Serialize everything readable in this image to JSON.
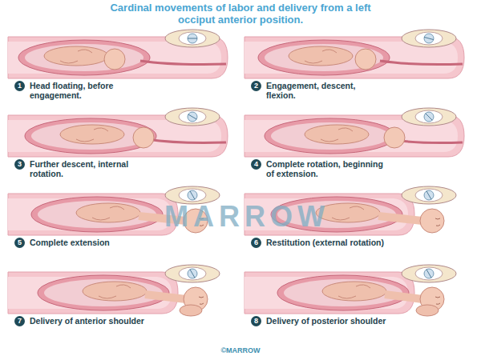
{
  "diagram": {
    "title": "Cardinal movements of labor and delivery from a left occiput anterior position.",
    "nodes": [
      {
        "text": [
          "1",
          "Head floating, before engagement."
        ]
      },
      {
        "text": [
          "2",
          "Engagement, descent, flexion."
        ]
      },
      {
        "text": [
          "3",
          "Further descent, internal rotation."
        ]
      },
      {
        "text": [
          "4",
          "Complete rotation, beginning of extension."
        ]
      },
      {
        "text": [
          "5",
          "Complete extension"
        ]
      },
      {
        "text": [
          "6",
          "Restitution (external rotation)"
        ]
      },
      {
        "text": [
          "7",
          "Delivery of anterior shoulder"
        ]
      },
      {
        "text": [
          "8",
          "Delivery of posterior shoulder"
        ]
      }
    ],
    "labels": [
      "MARROW",
      "©MARROW"
    ]
  }
}
